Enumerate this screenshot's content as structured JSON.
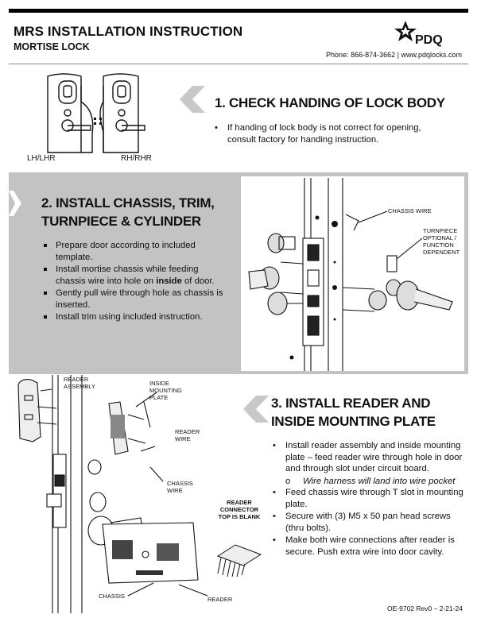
{
  "header": {
    "title": "MRS INSTALLATION INSTRUCTION",
    "subtitle": "MORTISE LOCK",
    "logo_text": "PDQ",
    "contact": "Phone: 866-874-3662 | www.pdqlocks.com"
  },
  "step1": {
    "title": "1. CHECK HANDING OF LOCK BODY",
    "bullets": [
      "If handing of lock body is not correct for opening, consult factory for handing instruction."
    ],
    "label_left": "LH/LHR",
    "label_right": "RH/RHR"
  },
  "step2": {
    "title_line1": "2. INSTALL CHASSIS, TRIM,",
    "title_line2": "TURNPIECE & CYLINDER",
    "bullet1": "Prepare door according to included template.",
    "bullet2_pre": "Install mortise chassis while feeding chassis wire into hole on ",
    "bullet2_bold": "inside",
    "bullet2_post": " of door.",
    "bullet3": "Gently pull wire through hole as chassis is inserted.",
    "bullet4": "Install trim using included instruction.",
    "callout_chassis_wire": "CHASSIS WIRE",
    "callout_turnpiece": "TURNPIECE OPTIONAL / FUNCTION DEPENDENT"
  },
  "step3": {
    "title_line1": "3. INSTALL READER AND",
    "title_line2": "INSIDE MOUNTING PLATE",
    "bullet1": "Install reader assembly and inside mounting plate – feed reader wire through hole in door and through slot under circuit board.",
    "sub_marker": "o",
    "sub_item": "Wire harness will land into wire pocket",
    "bullet2": "Feed chassis wire through T slot in mounting plate.",
    "bullet3": "Secure with (3) M5 x 50 pan head screws (thru bolts).",
    "bullet4": "Make both wire connections after reader is secure. Push extra wire into door cavity.",
    "callout_reader_assembly": "READER ASSEMBLY",
    "callout_inside_plate": "INSIDE MOUNTING PLATE",
    "callout_reader_wire": "READER WIRE",
    "callout_chassis_wire": "CHASSIS WIRE",
    "callout_connector": "READER CONNECTOR TOP IS BLANK",
    "callout_chassis": "CHASSIS",
    "callout_reader": "READER"
  },
  "footer": {
    "doc_number": "OE-9702 Rev0 – 2-21-24"
  },
  "colors": {
    "band_grey": "#c3c3c3",
    "chevron_grey": "#c8c8c8",
    "ink": "#111111"
  }
}
